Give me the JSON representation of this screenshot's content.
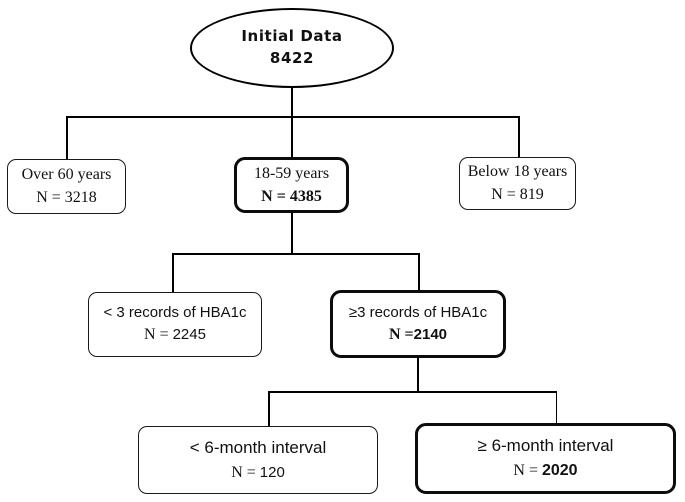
{
  "figure": {
    "type": "flowchart",
    "background": "#ffffff",
    "line_color": "#000000"
  },
  "root": {
    "line1": "Initial Data",
    "value": "8422"
  },
  "nodes": [
    {
      "name": "over-60-years",
      "line1": "Over 60 years",
      "n_prefix": "N = ",
      "n_value": "3218",
      "emphasis": false
    },
    {
      "name": "18-59-years",
      "line1": "18-59 years",
      "n_prefix": "N = ",
      "n_value": "4385",
      "emphasis": true
    },
    {
      "name": "below-18-years",
      "line1": "Below 18 years",
      "n_prefix": "N = ",
      "n_value": "819",
      "emphasis": false
    },
    {
      "name": "lt-3-records",
      "line1": "< 3 records of HBA1c",
      "n_prefix": "N = ",
      "n_value": "2245",
      "emphasis": false
    },
    {
      "name": "ge-3-records",
      "line1": "≥3 records of HBA1c",
      "n_prefix": "N =",
      "n_value": "2140",
      "emphasis": true
    },
    {
      "name": "lt-6-month",
      "line1": "< 6-month interval",
      "n_prefix": "N = ",
      "n_value": "120",
      "emphasis": false
    },
    {
      "name": "ge-6-month",
      "line1": "≥ 6-month interval",
      "n_prefix": "N = ",
      "n_value": "2020",
      "emphasis": true
    }
  ]
}
